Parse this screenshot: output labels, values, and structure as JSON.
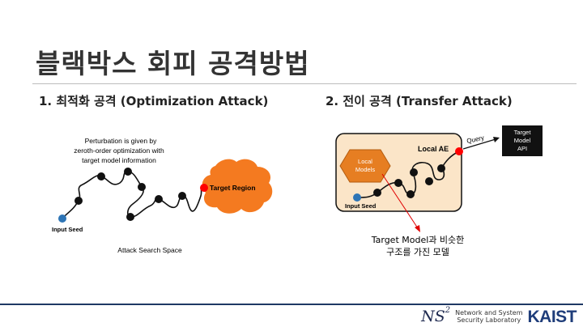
{
  "slide": {
    "title": "블랙박스 회피 공격방법",
    "left_heading": "1. 최적화 공격 (Optimization Attack)",
    "right_heading": "2. 전이 공격 (Transfer Attack)"
  },
  "optimization_diagram": {
    "caption_line1": "Perturbation is given by",
    "caption_line2": "zeroth-order optimization with",
    "caption_line3": "target model information",
    "start_label": "Input Seed",
    "target_label": "Target Region",
    "space_label": "Attack Search Space"
  },
  "transfer_diagram": {
    "ae_label": "Local AE",
    "local_models_line1": "Local",
    "local_models_line2": "Models",
    "start_label": "Input Seed",
    "query_label": "Query",
    "target_box_line1": "Target",
    "target_box_line2": "Model",
    "target_box_line3": "API",
    "note_line1": "Target Model과 비슷한",
    "note_line2": "구조를 가진 모델"
  },
  "footer": {
    "lab_mark": "NS",
    "lab_mark_sup": "2",
    "lab_name_line1": "Network and System",
    "lab_name_line2": "Security Laboratory",
    "university": "KAIST"
  },
  "colors": {
    "seed_blue": "#2e75b6",
    "target_red": "#ff0000",
    "target_region_orange": "#f47a20",
    "ae_fill": "#fbe5c8",
    "local_models_orange": "#e67e22"
  }
}
